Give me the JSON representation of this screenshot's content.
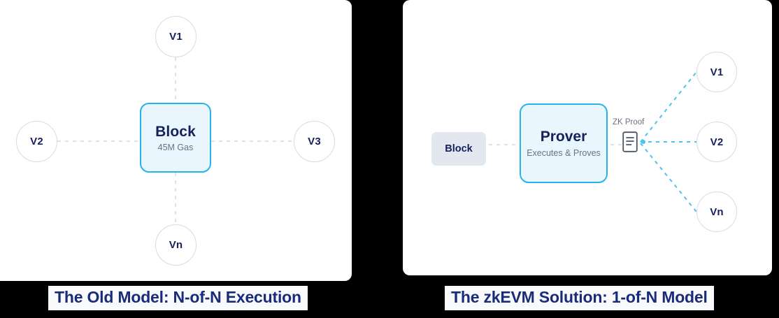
{
  "background_color": "#000000",
  "colors": {
    "panel_bg": "#ffffff",
    "accent_cyan": "#25b4e8",
    "node_fill": "#e9f6fd",
    "navy_text": "#16205c",
    "caption_navy": "#1a2b7a",
    "muted_text": "#6b7280",
    "circle_border": "#d8dbe0",
    "gray_block_fill": "#e3e8f0",
    "dash_gray": "#dfe2e7",
    "dash_cyan": "#4cc3ec"
  },
  "left": {
    "caption": "The Old Model: N-of-N Execution",
    "center_node": {
      "title": "Block",
      "subtitle": "45M Gas"
    },
    "validators": [
      {
        "label": "V1",
        "position": "top"
      },
      {
        "label": "V2",
        "position": "left"
      },
      {
        "label": "V3",
        "position": "right"
      },
      {
        "label": "Vn",
        "position": "bottom"
      }
    ]
  },
  "right": {
    "caption": "The zkEVM Solution: 1-of-N Model",
    "block": {
      "label": "Block"
    },
    "prover": {
      "title": "Prover",
      "subtitle": "Executes & Proves"
    },
    "proof": {
      "label": "ZK Proof",
      "icon": "document-icon"
    },
    "validators": [
      {
        "label": "V1",
        "position": "top"
      },
      {
        "label": "V2",
        "position": "middle"
      },
      {
        "label": "Vn",
        "position": "bottom"
      }
    ]
  }
}
